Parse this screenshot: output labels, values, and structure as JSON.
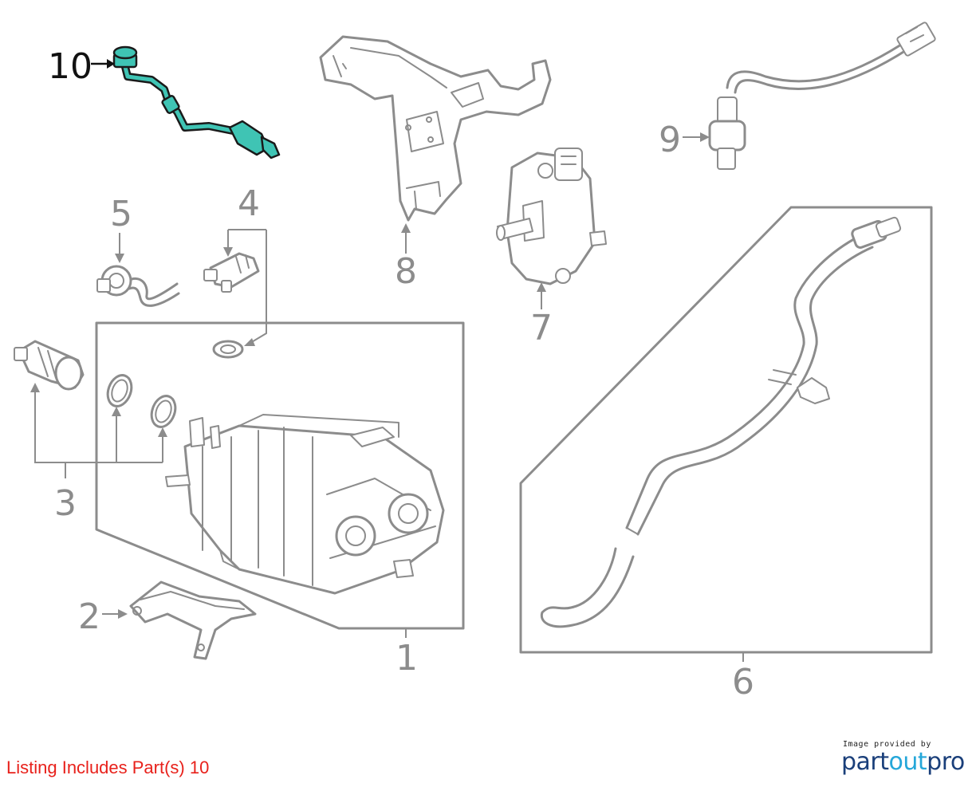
{
  "diagram": {
    "callouts": [
      {
        "label": "10",
        "highlighted": true
      },
      {
        "label": "9"
      },
      {
        "label": "8"
      },
      {
        "label": "7"
      },
      {
        "label": "6"
      },
      {
        "label": "5"
      },
      {
        "label": "4"
      },
      {
        "label": "3"
      },
      {
        "label": "2"
      },
      {
        "label": "1"
      }
    ],
    "highlight_color": "#3fc4b4",
    "line_color": "#8c8c8c"
  },
  "footer": {
    "listing_note": "Listing Includes Part(s) 10",
    "listing_note_color": "#e8211b",
    "credit_line": "Image provided by",
    "brand_part1": "part",
    "brand_part2": "out",
    "brand_part3": "pro"
  }
}
